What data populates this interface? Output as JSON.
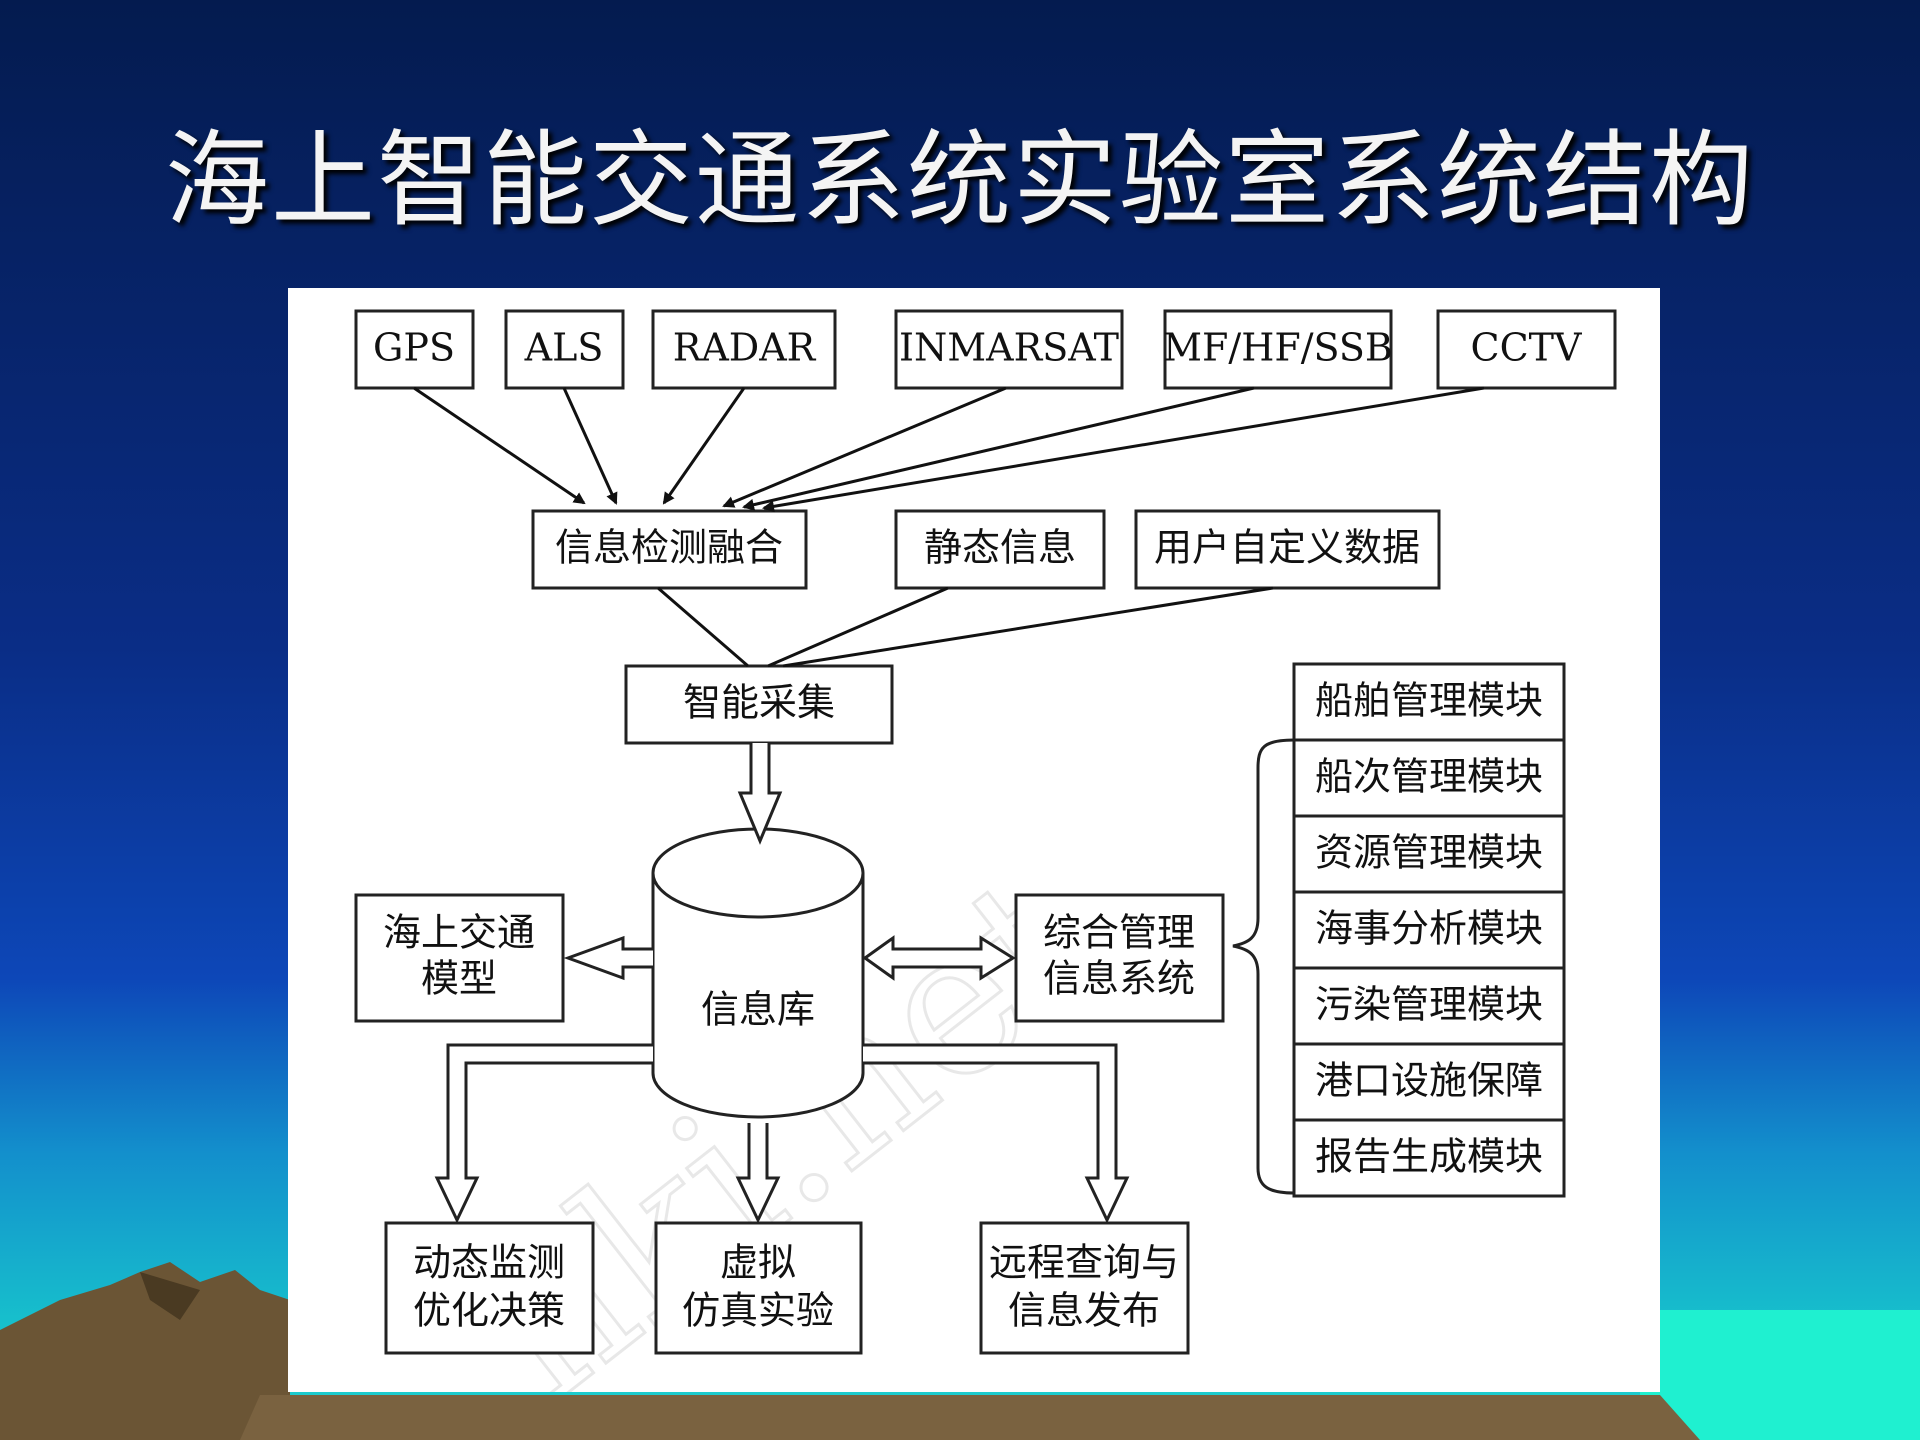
{
  "title": "海上智能交通系统实验室系统结构",
  "watermark": "nki.net",
  "colors": {
    "sky_top": "#041b4f",
    "sky_mid": "#0c3bab",
    "sea": "#17b9c9",
    "mountain": "#6b5535",
    "panel": "#ffffff",
    "stroke": "#222222"
  },
  "sources": [
    "GPS",
    "ALS",
    "RADAR",
    "INMARSAT",
    "MF/HF/SSB",
    "CCTV"
  ],
  "fusion": "信息检测融合",
  "static_info": "静态信息",
  "user_data": "用户自定义数据",
  "collect": "智能采集",
  "database": "信息库",
  "traffic_model": [
    "海上交通",
    "模型"
  ],
  "mgmt_system": [
    "综合管理",
    "信息系统"
  ],
  "modules": [
    "船舶管理模块",
    "船次管理模块",
    "资源管理模块",
    "海事分析模块",
    "污染管理模块",
    "港口设施保障",
    "报告生成模块"
  ],
  "outputs": {
    "monitor": [
      "动态监测",
      "优化决策"
    ],
    "simulation": [
      "虚拟",
      "仿真实验"
    ],
    "query": [
      "远程查询与",
      "信息发布"
    ]
  }
}
